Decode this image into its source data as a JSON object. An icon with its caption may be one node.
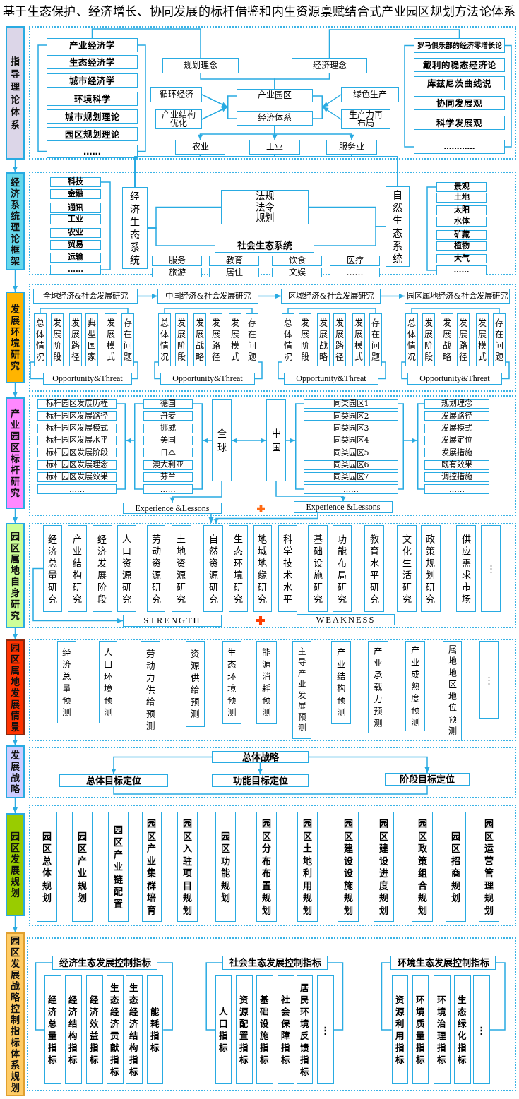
{
  "diagram": {
    "title": "基于生态保护、经济增长、协同发展的标杆借鉴和内生资源禀赋结合式产业园区规划方法论体系",
    "nodes": [
      {
        "text": [
          "指导理论体系"
        ]
      },
      {
        "text": [],
        "shape": "box"
      },
      {
        "text": [
          "产业经济学"
        ],
        "in": 1
      },
      {
        "text": [
          "生态经济学"
        ],
        "in": 1
      },
      {
        "text": [
          "城市经济学"
        ],
        "in": 1
      },
      {
        "text": [
          "环境科学"
        ],
        "in": 1
      },
      {
        "text": [
          "城市规划理论"
        ],
        "in": 1
      },
      {
        "text": [
          "园区规划理论"
        ],
        "in": 1
      },
      {
        "text": [
          "……"
        ],
        "in": 1
      },
      {
        "text": [
          "规划理念"
        ],
        "in": 1
      },
      {
        "text": [
          "经济理念"
        ],
        "in": 1
      },
      {
        "text": [
          "循环经济"
        ],
        "in": 1
      },
      {
        "text": [
          "产业结构优化"
        ],
        "in": 1
      },
      {
        "text": [],
        "shape": "bracket",
        "in": 1
      },
      {
        "text": [
          "产业园区"
        ],
        "in": 1
      },
      {
        "text": [
          "经济体系"
        ],
        "in": 1
      },
      {
        "text": [],
        "shape": "bracket",
        "in": 1
      },
      {
        "text": [
          "绿色生产"
        ],
        "in": 1
      },
      {
        "text": [
          "生产力再布局"
        ],
        "in": 1
      },
      {
        "text": [
          "农业"
        ],
        "in": 1
      },
      {
        "text": [
          "工业"
        ],
        "in": 1
      },
      {
        "text": [
          "服务业"
        ],
        "in": 1
      },
      {
        "text": [
          "罗马俱乐部的经济零增长论"
        ],
        "in": 1
      },
      {
        "text": [
          "戴利的稳态经济论"
        ],
        "in": 1
      },
      {
        "text": [
          "库兹尼茨曲线说"
        ],
        "in": 1
      },
      {
        "text": [
          "协同发展观"
        ],
        "in": 1
      },
      {
        "text": [
          "科学发展观"
        ],
        "in": 1
      },
      {
        "text": [
          "…………"
        ],
        "in": 1
      },
      {
        "text": [
          "经济系统理论框架"
        ]
      },
      {
        "text": [],
        "shape": "box"
      },
      {
        "text": [
          "科技"
        ],
        "in": 29
      },
      {
        "text": [
          "金融"
        ],
        "in": 29
      },
      {
        "text": [
          "通讯"
        ],
        "in": 29
      },
      {
        "text": [
          "工业"
        ],
        "in": 29
      },
      {
        "text": [
          "农业"
        ],
        "in": 29
      },
      {
        "text": [
          "贸易"
        ],
        "in": 29
      },
      {
        "text": [
          "运输"
        ],
        "in": 29
      },
      {
        "text": [
          "……"
        ],
        "in": 29
      },
      {
        "text": [
          "经济生态系统"
        ],
        "in": 29
      },
      {
        "text": [
          "法规",
          "法令",
          "规划"
        ],
        "in": 29
      },
      {
        "text": [
          "社会生态系统"
        ],
        "in": 29
      },
      {
        "text": [
          "服务"
        ],
        "in": 29
      },
      {
        "text": [
          "旅游"
        ],
        "in": 29
      },
      {
        "text": [
          "教育"
        ],
        "in": 29
      },
      {
        "text": [
          "居住"
        ],
        "in": 29
      },
      {
        "text": [
          "饮食"
        ],
        "in": 29
      },
      {
        "text": [
          "文娱"
        ],
        "in": 29
      },
      {
        "text": [
          "医疗"
        ],
        "in": 29
      },
      {
        "text": [
          "……"
        ],
        "in": 29
      },
      {
        "text": [
          "自然生态系统"
        ],
        "in": 29
      },
      {
        "text": [
          "景观"
        ],
        "in": 29
      },
      {
        "text": [
          "土地"
        ],
        "in": 29
      },
      {
        "text": [
          "太阳"
        ],
        "in": 29
      },
      {
        "text": [
          "水体"
        ],
        "in": 29
      },
      {
        "text": [
          "矿藏"
        ],
        "in": 29
      },
      {
        "text": [
          "植物"
        ],
        "in": 29
      },
      {
        "text": [
          "大气"
        ],
        "in": 29
      },
      {
        "text": [
          "……"
        ],
        "in": 29
      },
      {
        "text": [
          "发展环境研究"
        ]
      },
      {
        "text": [],
        "shape": "box"
      },
      {
        "text": [
          "全球经济&社会发展研究"
        ],
        "in": 59
      },
      {
        "text": [
          "总体情况"
        ],
        "in": 59
      },
      {
        "text": [
          "发展阶段"
        ],
        "in": 59
      },
      {
        "text": [
          "发展路径"
        ],
        "in": 59
      },
      {
        "text": [
          "典型国家"
        ],
        "in": 59
      },
      {
        "text": [
          "发展模式"
        ],
        "in": 59
      },
      {
        "text": [
          "存在问题"
        ],
        "in": 59
      },
      {
        "text": [
          "Opportunity&Threat"
        ],
        "in": 59
      },
      {
        "text": [
          "中国经济&社会发展研究"
        ],
        "in": 59
      },
      {
        "text": [
          "总体情况"
        ],
        "in": 59
      },
      {
        "text": [
          "发展阶段"
        ],
        "in": 59
      },
      {
        "text": [
          "发展战略"
        ],
        "in": 59
      },
      {
        "text": [
          "发展路径"
        ],
        "in": 59
      },
      {
        "text": [
          "发展模式"
        ],
        "in": 59
      },
      {
        "text": [
          "存在问题"
        ],
        "in": 59
      },
      {
        "text": [
          "Opportunity&Threat"
        ],
        "in": 59
      },
      {
        "text": [
          "区域经济&社会发展研究"
        ],
        "in": 59
      },
      {
        "text": [
          "总体情况"
        ],
        "in": 59
      },
      {
        "text": [
          "发展阶段"
        ],
        "in": 59
      },
      {
        "text": [
          "发展战略"
        ],
        "in": 59
      },
      {
        "text": [
          "发展路径"
        ],
        "in": 59
      },
      {
        "text": [
          "发展模式"
        ],
        "in": 59
      },
      {
        "text": [
          "存在问题"
        ],
        "in": 59
      },
      {
        "text": [
          "Opportunity&Threat"
        ],
        "in": 59
      },
      {
        "text": [
          "园区属地经济&社会发展研究"
        ],
        "in": 59
      },
      {
        "text": [
          "总体情况"
        ],
        "in": 59
      },
      {
        "text": [
          "发展阶段"
        ],
        "in": 59
      },
      {
        "text": [
          "发展战略"
        ],
        "in": 59
      },
      {
        "text": [
          "发展路径"
        ],
        "in": 59
      },
      {
        "text": [
          "发展模式"
        ],
        "in": 59
      },
      {
        "text": [
          "存在问题"
        ],
        "in": 59
      },
      {
        "text": [
          "Opportunity&Threat"
        ],
        "in": 59
      },
      {
        "text": [
          "产业园区标杆研究"
        ]
      },
      {
        "text": [],
        "shape": "box"
      },
      {
        "text": [
          "标杆园区发展历程"
        ],
        "in": 93
      },
      {
        "text": [
          "标杆园区发展路径"
        ],
        "in": 93
      },
      {
        "text": [
          "标杆园区发展模式"
        ],
        "in": 93
      },
      {
        "text": [
          "标杆园区发展水平"
        ],
        "in": 93
      },
      {
        "text": [
          "标杆园区发展阶段"
        ],
        "in": 93
      },
      {
        "text": [
          "标杆园区发展理念"
        ],
        "in": 93
      },
      {
        "text": [
          "标杆园区发展效果"
        ],
        "in": 93
      },
      {
        "text": [
          "……"
        ],
        "in": 93
      },
      {
        "text": [],
        "shape": "bracket",
        "in": 93
      },
      {
        "text": [],
        "shape": "bracket",
        "in": 93
      },
      {
        "text": [
          "德国"
        ],
        "in": 93
      },
      {
        "text": [
          "丹麦"
        ],
        "in": 93
      },
      {
        "text": [
          "挪威"
        ],
        "in": 93
      },
      {
        "text": [
          "美国"
        ],
        "in": 93
      },
      {
        "text": [
          "日本"
        ],
        "in": 93
      },
      {
        "text": [
          "澳大利亚"
        ],
        "in": 93
      },
      {
        "text": [
          "芬兰"
        ],
        "in": 93
      },
      {
        "text": [
          "……"
        ],
        "in": 93
      },
      {
        "text": [],
        "shape": "bracket",
        "in": 93
      },
      {
        "text": [
          "全球"
        ],
        "in": 93
      },
      {
        "text": [
          "中国"
        ],
        "in": 93
      },
      {
        "text": [],
        "shape": "bracket",
        "in": 93
      },
      {
        "text": [
          "同类园区1"
        ],
        "in": 93
      },
      {
        "text": [
          "同类园区2"
        ],
        "in": 93
      },
      {
        "text": [
          "同类园区3"
        ],
        "in": 93
      },
      {
        "text": [
          "同类园区4"
        ],
        "in": 93
      },
      {
        "text": [
          "同类园区5"
        ],
        "in": 93
      },
      {
        "text": [
          "同类园区6"
        ],
        "in": 93
      },
      {
        "text": [
          "同类园区7"
        ],
        "in": 93
      },
      {
        "text": [
          "……"
        ],
        "in": 93
      },
      {
        "text": [],
        "shape": "bracket",
        "in": 93
      },
      {
        "text": [],
        "shape": "bracket",
        "in": 93
      },
      {
        "text": [
          "规划理念"
        ],
        "in": 93
      },
      {
        "text": [
          "发展路径"
        ],
        "in": 93
      },
      {
        "text": [
          "发展模式"
        ],
        "in": 93
      },
      {
        "text": [
          "发展定位"
        ],
        "in": 93
      },
      {
        "text": [
          "发展措施"
        ],
        "in": 93
      },
      {
        "text": [
          "既有效果"
        ],
        "in": 93
      },
      {
        "text": [
          "调控措施"
        ],
        "in": 93
      },
      {
        "text": [
          "……"
        ],
        "in": 93
      },
      {
        "text": [
          "Experience &Lessons"
        ],
        "in": 93
      },
      {
        "text": [
          "Experience &Lessons"
        ],
        "in": 93
      },
      {
        "text": [
          "园区属地自身研究"
        ]
      },
      {
        "text": [],
        "shape": "box"
      },
      {
        "text": [
          "经济总量研究"
        ],
        "in": 137
      },
      {
        "text": [
          "产业结构研究"
        ],
        "in": 137
      },
      {
        "text": [
          "经济发展阶段"
        ],
        "in": 137
      },
      {
        "text": [
          "人口资源研究"
        ],
        "in": 137
      },
      {
        "text": [
          "劳动资源研究"
        ],
        "in": 137
      },
      {
        "text": [
          "土地资源研究"
        ],
        "in": 137
      },
      {
        "text": [
          "自然资源研究"
        ],
        "in": 137
      },
      {
        "text": [
          "生态环境研究"
        ],
        "in": 137
      },
      {
        "text": [
          "地域地缘研究"
        ],
        "in": 137
      },
      {
        "text": [
          "科学技术水平"
        ],
        "in": 137
      },
      {
        "text": [
          "基础设施研究"
        ],
        "in": 137
      },
      {
        "text": [
          "功能布局研究"
        ],
        "in": 137
      },
      {
        "text": [
          "教育水平研究"
        ],
        "in": 137
      },
      {
        "text": [
          "文化生活研究"
        ],
        "in": 137
      },
      {
        "text": [
          "政策规划研究"
        ],
        "in": 137
      },
      {
        "text": [
          "供应需求市场"
        ],
        "in": 137
      },
      {
        "text": [
          "⋮"
        ],
        "in": 137
      },
      {
        "text": [
          "STRENGTH"
        ],
        "in": 137
      },
      {
        "text": [
          "WEAKNESS"
        ],
        "in": 137
      },
      {
        "text": [
          "园区属地发展情景"
        ]
      },
      {
        "text": [],
        "shape": "box"
      },
      {
        "text": [
          "经济总量预测"
        ],
        "in": 158
      },
      {
        "text": [
          "人口环境预测"
        ],
        "in": 158
      },
      {
        "text": [
          "劳动力供给预测"
        ],
        "in": 158
      },
      {
        "text": [
          "资源供给预测"
        ],
        "in": 158
      },
      {
        "text": [
          "生态环境预测"
        ],
        "in": 158
      },
      {
        "text": [
          "能源消耗预测"
        ],
        "in": 158
      },
      {
        "text": [
          "主导产业发展预测"
        ],
        "in": 158
      },
      {
        "text": [
          "产业结构预测"
        ],
        "in": 158
      },
      {
        "text": [
          "产业承载力预测"
        ],
        "in": 158
      },
      {
        "text": [
          "产业成熟度预测"
        ],
        "in": 158
      },
      {
        "text": [
          "属地地区地位预测"
        ],
        "in": 158
      },
      {
        "text": [
          "⋮"
        ],
        "in": 158
      },
      {
        "text": [
          "发展战略"
        ]
      },
      {
        "text": [],
        "shape": "box"
      },
      {
        "text": [
          "总体战略"
        ],
        "in": 172
      },
      {
        "text": [
          "总体目标定位"
        ],
        "in": 172
      },
      {
        "text": [
          "功能目标定位"
        ],
        "in": 172
      },
      {
        "text": [
          "阶段目标定位"
        ],
        "in": 172
      },
      {
        "text": [
          "园区发展规划"
        ]
      },
      {
        "text": [],
        "shape": "box"
      },
      {
        "text": [
          "园区总体规划"
        ],
        "in": 178
      },
      {
        "text": [
          "园区产业规划"
        ],
        "in": 178
      },
      {
        "text": [
          "园区产业链配置"
        ],
        "in": 178
      },
      {
        "text": [
          "园区产业集群培育"
        ],
        "in": 178
      },
      {
        "text": [
          "园区入驻项目规划"
        ],
        "in": 178
      },
      {
        "text": [
          "园区功能规划"
        ],
        "in": 178
      },
      {
        "text": [
          "园区分布布置规划"
        ],
        "in": 178
      },
      {
        "text": [
          "园区土地利用规划"
        ],
        "in": 178
      },
      {
        "text": [
          "园区建设设施规划"
        ],
        "in": 178
      },
      {
        "text": [
          "园区建设进度规划"
        ],
        "in": 178
      },
      {
        "text": [
          "园区政策组合规划"
        ],
        "in": 178
      },
      {
        "text": [
          "园区招商规划"
        ],
        "in": 178
      },
      {
        "text": [
          "园区运营管理规划"
        ],
        "in": 178
      },
      {
        "text": [
          "园区发展战略控制指标体系规划"
        ]
      },
      {
        "text": [],
        "shape": "box"
      },
      {
        "text": [
          "经济生态发展控制指标"
        ],
        "in": 193
      },
      {
        "text": [
          "经济总量指标"
        ],
        "in": 193
      },
      {
        "text": [
          "经济结构指标"
        ],
        "in": 193
      },
      {
        "text": [
          "经济效益指标"
        ],
        "in": 193
      },
      {
        "text": [
          "生态经济贡献指标"
        ],
        "in": 193
      },
      {
        "text": [
          "生态经济结构指标"
        ],
        "in": 193
      },
      {
        "text": [
          "能耗指标"
        ],
        "in": 193
      },
      {
        "text": [
          "社会生态发展控制指标"
        ],
        "in": 193
      },
      {
        "text": [
          "人口指标"
        ],
        "in": 193
      },
      {
        "text": [
          "资源配置指标"
        ],
        "in": 193
      },
      {
        "text": [
          "基础设施指标"
        ],
        "in": 193
      },
      {
        "text": [
          "社会保障指标"
        ],
        "in": 193
      },
      {
        "text": [
          "居民环境反馈指标"
        ],
        "in": 193
      },
      {
        "text": [
          "⋮"
        ],
        "in": 193
      },
      {
        "text": [
          "环境生态发展控制指标"
        ],
        "in": 193
      },
      {
        "text": [
          "资源利用指标"
        ],
        "in": 193
      },
      {
        "text": [
          "环境质量指标"
        ],
        "in": 193
      },
      {
        "text": [
          "环境治理指标"
        ],
        "in": 193
      },
      {
        "text": [
          "生态绿化指标"
        ],
        "in": 193
      },
      {
        "text": [
          "⋮"
        ],
        "in": 193
      }
    ],
    "edges": [
      {
        "from": 2,
        "to": 9,
        "arrow": "none"
      },
      {
        "from": 22,
        "to": 10,
        "arrow": "none"
      },
      {
        "from": 9,
        "to": 14,
        "arrow": "none"
      },
      {
        "from": 10,
        "to": 14,
        "arrow": "none"
      },
      {
        "from": 11,
        "to": 13,
        "arrow": "to"
      },
      {
        "from": 12,
        "to": 13,
        "arrow": "to"
      },
      {
        "from": 17,
        "to": 16,
        "arrow": "to"
      },
      {
        "from": 18,
        "to": 16,
        "arrow": "to"
      },
      {
        "from": 15,
        "to": 19,
        "arrow": "to"
      },
      {
        "from": 15,
        "to": 20,
        "arrow": "to"
      },
      {
        "from": 15,
        "to": 21,
        "arrow": "to"
      },
      {
        "from": 19,
        "to": 38,
        "arrow": "none"
      },
      {
        "from": 20,
        "to": 38,
        "arrow": "none"
      },
      {
        "from": 21,
        "to": 38,
        "arrow": "none"
      },
      {
        "from": 19,
        "to": 49,
        "arrow": "none"
      },
      {
        "from": 20,
        "to": 49,
        "arrow": "none"
      },
      {
        "from": 21,
        "to": 49,
        "arrow": "none"
      },
      {
        "from": 38,
        "to": 39,
        "arrow": "none"
      },
      {
        "from": 38,
        "to": 40,
        "arrow": "none"
      },
      {
        "from": 49,
        "to": 39,
        "arrow": "none"
      },
      {
        "from": 49,
        "to": 40,
        "arrow": "none"
      },
      {
        "from": 0,
        "to": 28,
        "arrow": "to"
      },
      {
        "from": 28,
        "to": 58,
        "arrow": "to"
      },
      {
        "from": 58,
        "to": 92,
        "arrow": "to"
      },
      {
        "from": 92,
        "to": 136,
        "arrow": "to"
      },
      {
        "from": 136,
        "to": 157,
        "arrow": "to"
      },
      {
        "from": 157,
        "to": 171,
        "arrow": "to"
      },
      {
        "from": 171,
        "to": 177,
        "arrow": "to"
      },
      {
        "from": 177,
        "to": 192,
        "arrow": "to"
      },
      {
        "from": 60,
        "to": 68,
        "arrow": "to"
      },
      {
        "from": 68,
        "to": 76,
        "arrow": "to"
      },
      {
        "from": 76,
        "to": 84,
        "arrow": "to"
      },
      {
        "from": 61,
        "to": 67,
        "arrow": "none"
      },
      {
        "from": 66,
        "to": 67,
        "arrow": "none"
      },
      {
        "from": 69,
        "to": 75,
        "arrow": "none"
      },
      {
        "from": 74,
        "to": 75,
        "arrow": "none"
      },
      {
        "from": 77,
        "to": 83,
        "arrow": "none"
      },
      {
        "from": 82,
        "to": 83,
        "arrow": "none"
      },
      {
        "from": 85,
        "to": 91,
        "arrow": "none"
      },
      {
        "from": 90,
        "to": 91,
        "arrow": "none"
      },
      {
        "from": 113,
        "to": 112,
        "arrow": "to"
      },
      {
        "from": 103,
        "to": 102,
        "arrow": "to"
      },
      {
        "from": 113,
        "to": 114,
        "arrow": "both"
      },
      {
        "from": 114,
        "to": 115,
        "arrow": "to"
      },
      {
        "from": 124,
        "to": 125,
        "arrow": "to"
      },
      {
        "from": 113,
        "to": 134,
        "arrow": "to"
      },
      {
        "from": 114,
        "to": 135,
        "arrow": "to"
      },
      {
        "from": 134,
        "to": 137,
        "arrow": "to"
      },
      {
        "from": 135,
        "to": 137,
        "arrow": "to"
      },
      {
        "from": 138,
        "to": 155,
        "arrow": "to"
      },
      {
        "from": 173,
        "to": 174,
        "arrow": "to"
      },
      {
        "from": 173,
        "to": 175,
        "arrow": "to"
      },
      {
        "from": 173,
        "to": 176,
        "arrow": "to"
      },
      {
        "from": 174,
        "to": 176,
        "arrow": "none"
      },
      {
        "from": 194,
        "to": 195,
        "arrow": "none"
      },
      {
        "from": 194,
        "to": 200,
        "arrow": "none"
      },
      {
        "from": 201,
        "to": 202,
        "arrow": "none"
      },
      {
        "from": 201,
        "to": 207,
        "arrow": "none"
      },
      {
        "from": 208,
        "to": 209,
        "arrow": "none"
      },
      {
        "from": 208,
        "to": 213,
        "arrow": "none"
      }
    ]
  }
}
